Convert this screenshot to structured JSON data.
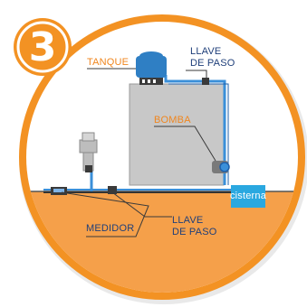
{
  "step": {
    "number": "3"
  },
  "labels": {
    "tanque": "TANQUE",
    "llave_de_paso_top_line1": "LLAVE",
    "llave_de_paso_top_line2": "DE PASO",
    "bomba": "BOMBA",
    "cisterna": "cisterna",
    "medidor": "MEDIDOR",
    "llave_de_paso_bottom_line1": "LLAVE",
    "llave_de_paso_bottom_line2": "DE PASO"
  },
  "colors": {
    "accent_orange": "#f39223",
    "ground_orange": "#f5a04a",
    "sky": "#ffffff",
    "building": "#c8c8c8",
    "pipe_blue": "#3a8fd9",
    "tank_blue": "#2f7fc4",
    "cisterna_blue": "#2aa8e0",
    "label_dark": "#1f3f7a",
    "label_orange": "#f0861e"
  }
}
